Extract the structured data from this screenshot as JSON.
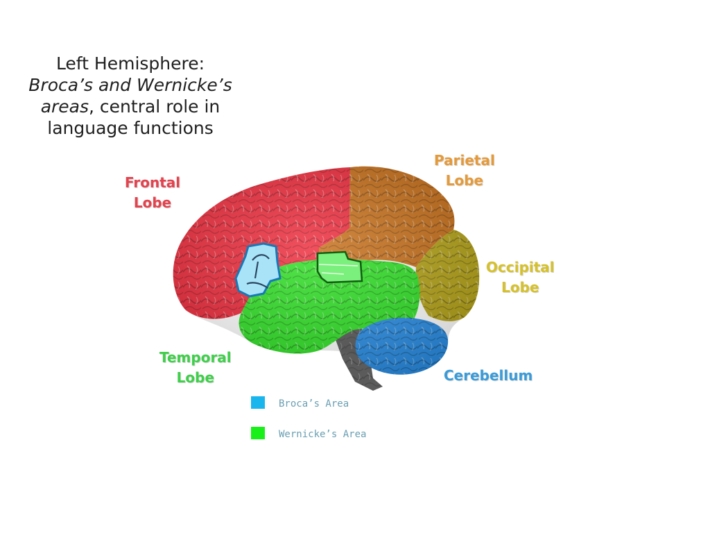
{
  "title": {
    "line1": "Left Hemisphere:",
    "line2_italic": "Broca’s and Wernicke’s",
    "line3_italic": "areas",
    "line3_rest": ", central role in",
    "line4": "language functions"
  },
  "diagram": {
    "labels": {
      "frontal": {
        "line1": "Frontal",
        "line2": "Lobe",
        "color": "#e4424d"
      },
      "parietal": {
        "line1": "Parietal",
        "line2": "Lobe",
        "color": "#e59a3a"
      },
      "occipital": {
        "line1": "Occipital",
        "line2": "Lobe",
        "color": "#d6c12a"
      },
      "temporal": {
        "line1": "Temporal",
        "line2": "Lobe",
        "color": "#3fcf4a"
      },
      "cerebellum": {
        "line1": "Cerebellum",
        "color": "#3a9bd9"
      }
    },
    "legend": [
      {
        "label": "Broca’s Area",
        "color": "#19b6ee"
      },
      {
        "label": "Wernicke’s Area",
        "color": "#19f019"
      }
    ],
    "region_colors": {
      "frontal": "#ee2a3a",
      "parietal": "#c8701a",
      "occipital": "#b6a418",
      "temporal": "#2ee024",
      "cerebellum": "#2a8fe6",
      "brainstem": "#5a5a5a",
      "broca": "#a9e3f7",
      "wernicke": "#7cf07c"
    }
  }
}
